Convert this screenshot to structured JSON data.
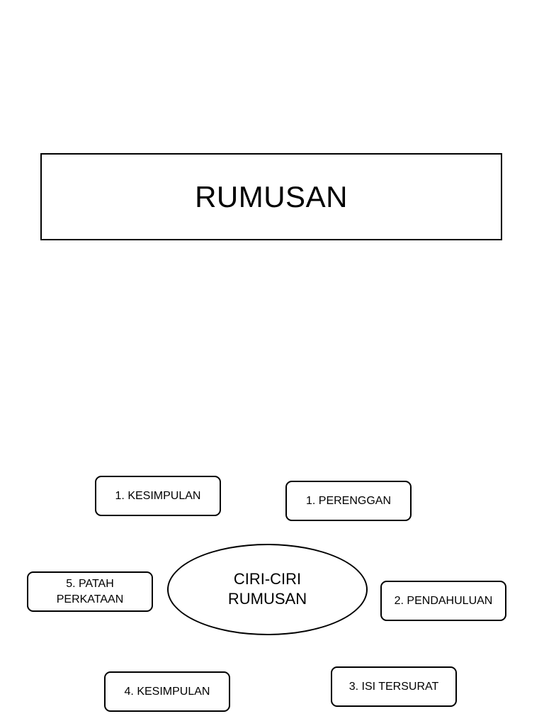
{
  "title": "RUMUSAN",
  "center": {
    "line1": "CIRI-CIRI",
    "line2": "RUMUSAN"
  },
  "nodes": {
    "kesimpulan_top": "1. KESIMPULAN",
    "perenggan": "1. PERENGGAN",
    "patah_perkataan": {
      "line1": "5. PATAH",
      "line2": "PERKATAAN"
    },
    "pendahuluan": "2. PENDAHULUAN",
    "kesimpulan_bottom": "4. KESIMPULAN",
    "isi_tersurat": "3. ISI TERSURAT"
  }
}
